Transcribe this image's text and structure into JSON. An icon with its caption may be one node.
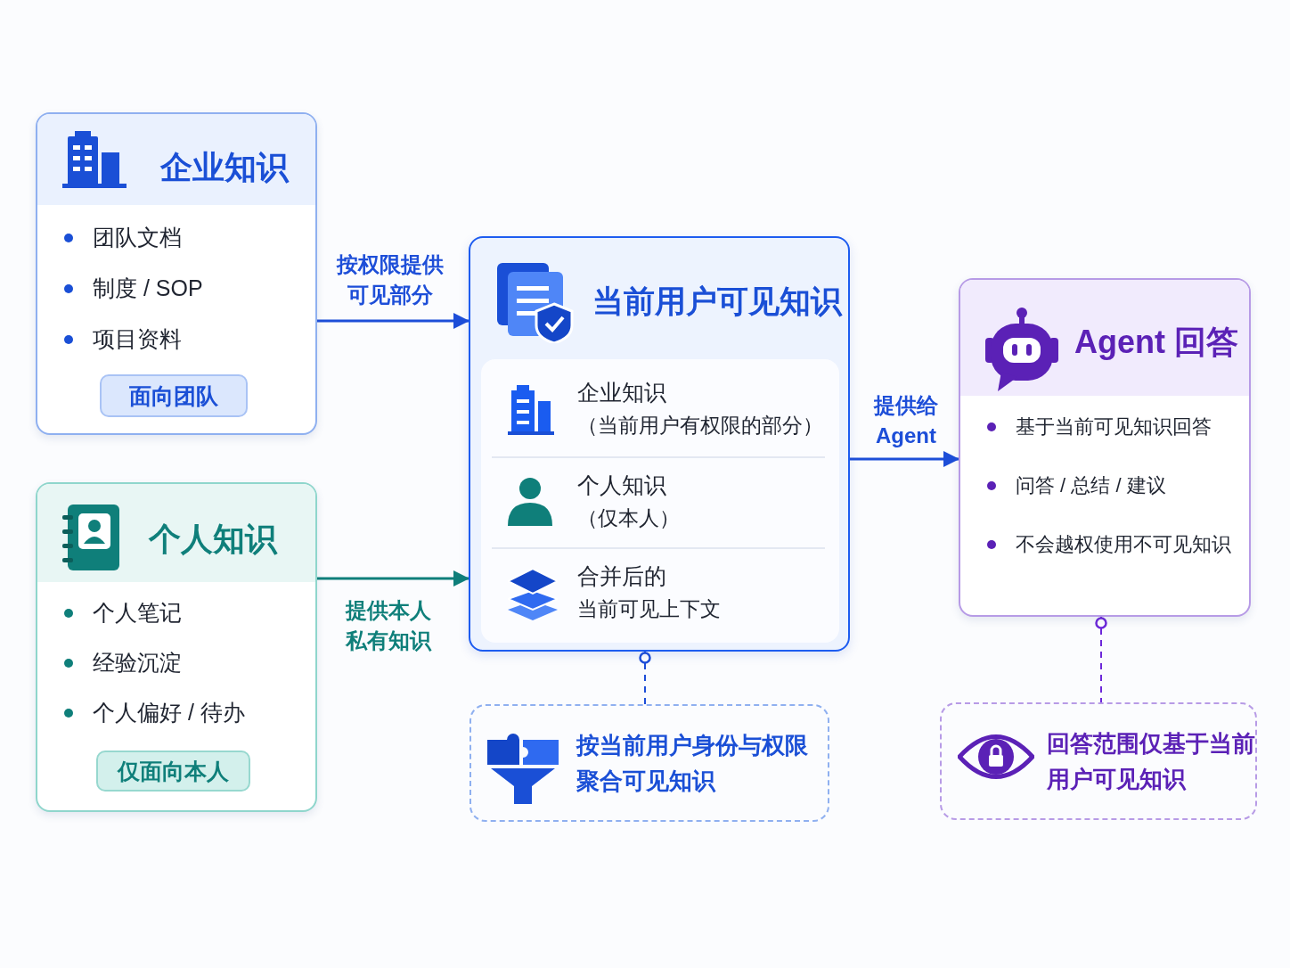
{
  "diagram": {
    "nodes": [
      {
        "text": [
          "企业知识",
          "团队文档",
          "制度 / SOP",
          "项目资料"
        ]
      },
      {
        "text": [
          "面向团队"
        ],
        "in": 0
      },
      {
        "text": [
          "个人知识",
          "个人笔记",
          "经验沉淀",
          "个人偏好 / 待办"
        ]
      },
      {
        "text": [
          "仅面向本人"
        ],
        "in": 2
      },
      {
        "text": [
          "当前用户可见知识"
        ]
      },
      {
        "text": [
          "企业知识",
          "（当前用户有权限的部分）"
        ],
        "in": 4
      },
      {
        "text": [
          "个人知识",
          "（仅本人）"
        ],
        "in": 4
      },
      {
        "text": [
          "合并后的",
          "当前可见上下文"
        ],
        "in": 4
      },
      {
        "text": [
          "Agent 回答",
          "基于当前可见知识回答",
          "问答 / 总结 / 建议",
          "不会越权使用不可见知识"
        ]
      },
      {
        "text": [
          "按当前用户身份与权限聚合可见知识"
        ]
      },
      {
        "text": [
          "回答范围仅基于当前用户可见知识"
        ]
      }
    ],
    "edges": [
      {
        "from": 0,
        "to": 4,
        "arrow": "to",
        "label": "按权限提供可见部分"
      },
      {
        "from": 2,
        "to": 4,
        "arrow": "to",
        "label": "提供本人私有知识",
        "color": "#0f7f7a"
      },
      {
        "from": 4,
        "to": 8,
        "arrow": "to",
        "label": "提供给 Agent"
      },
      {
        "from": 4,
        "to": 9,
        "arrow": "other",
        "style": "dashed"
      },
      {
        "from": 8,
        "to": 10,
        "arrow": "other",
        "style": "dashed",
        "color": "#6d28d9"
      }
    ]
  }
}
